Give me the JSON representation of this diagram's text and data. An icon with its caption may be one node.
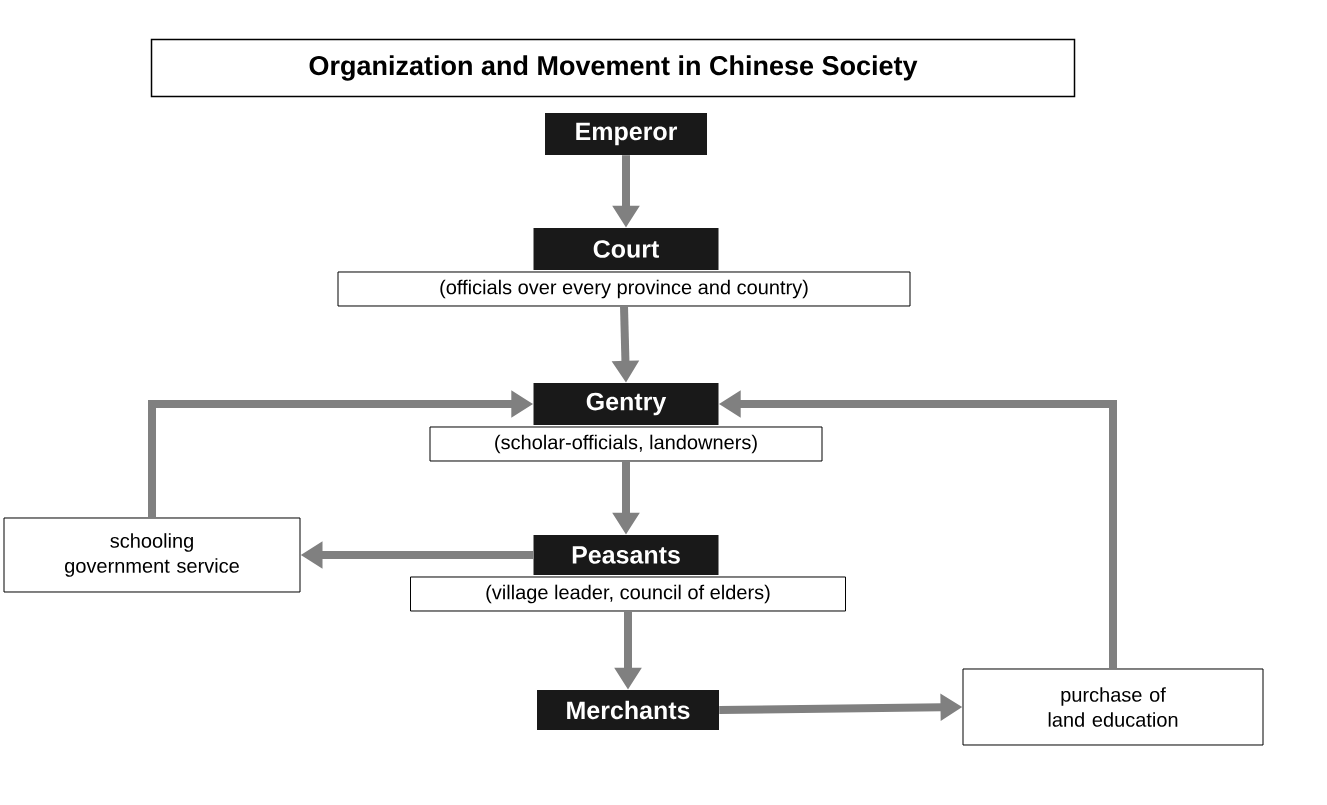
{
  "diagram": {
    "title": "Organization and Movement in Chinese Society",
    "nodes": [
      {
        "text": [
          "Emperor"
        ]
      },
      {
        "text": [
          "Court",
          "(officials over every province and country)"
        ]
      },
      {
        "text": [
          "Gentry",
          "(scholar-officials, landowners)"
        ]
      },
      {
        "text": [
          "Peasants",
          "(village leader, council of elders)"
        ]
      },
      {
        "text": [
          "Merchants"
        ]
      },
      {
        "text": [
          "schooling government service"
        ]
      },
      {
        "text": [
          "purchase of land education"
        ]
      }
    ],
    "edges": [
      {
        "from": 0,
        "to": 1,
        "arrow": "to"
      },
      {
        "from": 1,
        "to": 2,
        "arrow": "to"
      },
      {
        "from": 2,
        "to": 3,
        "arrow": "to"
      },
      {
        "from": 3,
        "to": 4,
        "arrow": "to"
      },
      {
        "from": 3,
        "to": 5,
        "arrow": "to"
      },
      {
        "from": 4,
        "to": 6,
        "arrow": "to"
      },
      {
        "from": 5,
        "to": 2,
        "arrow": "to"
      },
      {
        "from": 6,
        "to": 2,
        "arrow": "to"
      }
    ]
  }
}
